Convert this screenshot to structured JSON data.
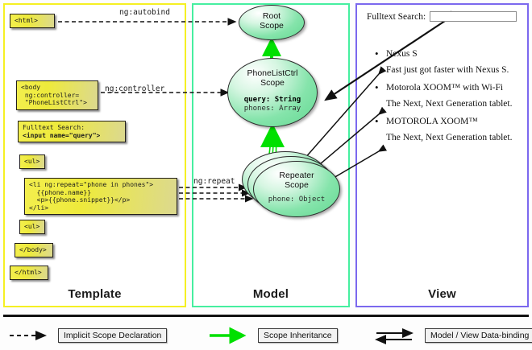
{
  "diagram": {
    "title": "AngularJS Template / Model / View scope diagram",
    "colors": {
      "template_border": "#f5f023",
      "model_border": "#46efa0",
      "view_border": "#7b68ee",
      "code_box_fill": "#eeea3b",
      "scope_fill": "#85e4ab",
      "inheritance_arrow": "#00e000",
      "declaration_arrow": "#111111",
      "databinding_arrow": "#111111"
    }
  },
  "columns": [
    {
      "key": "template",
      "label": "Template"
    },
    {
      "key": "model",
      "label": "Model"
    },
    {
      "key": "view",
      "label": "View"
    }
  ],
  "template": {
    "boxes": [
      {
        "name": "html-open-box",
        "lines": [
          "<html>"
        ]
      },
      {
        "name": "body-box",
        "lines": [
          "<body",
          " ng:controller=",
          " \"PhoneListCtrl\">"
        ]
      },
      {
        "name": "search-box",
        "line1": "Fulltext Search:",
        "line2": "<input name=\"query\">"
      },
      {
        "name": "ul-open-box",
        "lines": [
          "<ul>"
        ]
      },
      {
        "name": "li-repeat-box",
        "lines": [
          "<li ng:repeat=\"phone in phones\">",
          "  {{phone.name}}",
          "  <p>{{phone.snippet}}</p>",
          "</li>"
        ]
      },
      {
        "name": "ul-close-box",
        "lines": [
          "<ul>"
        ]
      },
      {
        "name": "body-close-box",
        "lines": [
          "</body>"
        ]
      },
      {
        "name": "html-close-box",
        "lines": [
          "</html>"
        ]
      }
    ]
  },
  "model": {
    "scopes": [
      {
        "name": "root-scope",
        "title_line1": "Root",
        "title_line2": "Scope",
        "props": []
      },
      {
        "name": "phonelistctrl-scope",
        "title_line1": "PhoneListCtrl",
        "title_line2": "Scope",
        "props": [
          {
            "key": "query:",
            "value": "String"
          },
          {
            "key": "phones:",
            "value": "Array"
          }
        ]
      },
      {
        "name": "repeater-scope",
        "title_line1": "Repeater",
        "title_line2": "Scope",
        "props": [
          {
            "key": "phone:",
            "value": "Object"
          }
        ],
        "stacked_copies": 3
      }
    ]
  },
  "connectors": [
    {
      "name": "ng-autobind-connector",
      "label": "ng:autobind",
      "kind": "implicit-scope-declaration"
    },
    {
      "name": "ng-controller-connector",
      "label": "ng:controller",
      "kind": "implicit-scope-declaration"
    },
    {
      "name": "ng-repeat-connector",
      "label": "ng:repeat",
      "kind": "implicit-scope-declaration"
    }
  ],
  "view": {
    "search": {
      "label": "Fulltext Search:",
      "value": "",
      "placeholder": ""
    },
    "phones": [
      {
        "name": "Nexus S",
        "snippet": "Fast just got faster with Nexus S."
      },
      {
        "name": "Motorola XOOM™  with Wi-Fi",
        "snippet": "The Next, Next Generation tablet."
      },
      {
        "name": "MOTOROLA XOOM™",
        "snippet": "The Next, Next Generation tablet."
      }
    ]
  },
  "legend": [
    {
      "name": "legend-implicit-scope-declaration",
      "label": "Implicit Scope Declaration",
      "art": "dashed-arrow"
    },
    {
      "name": "legend-scope-inheritance",
      "label": "Scope Inheritance",
      "art": "green-arrow"
    },
    {
      "name": "legend-model-view-databinding",
      "label": "Model / View Data-binding",
      "art": "double-arrow"
    }
  ]
}
